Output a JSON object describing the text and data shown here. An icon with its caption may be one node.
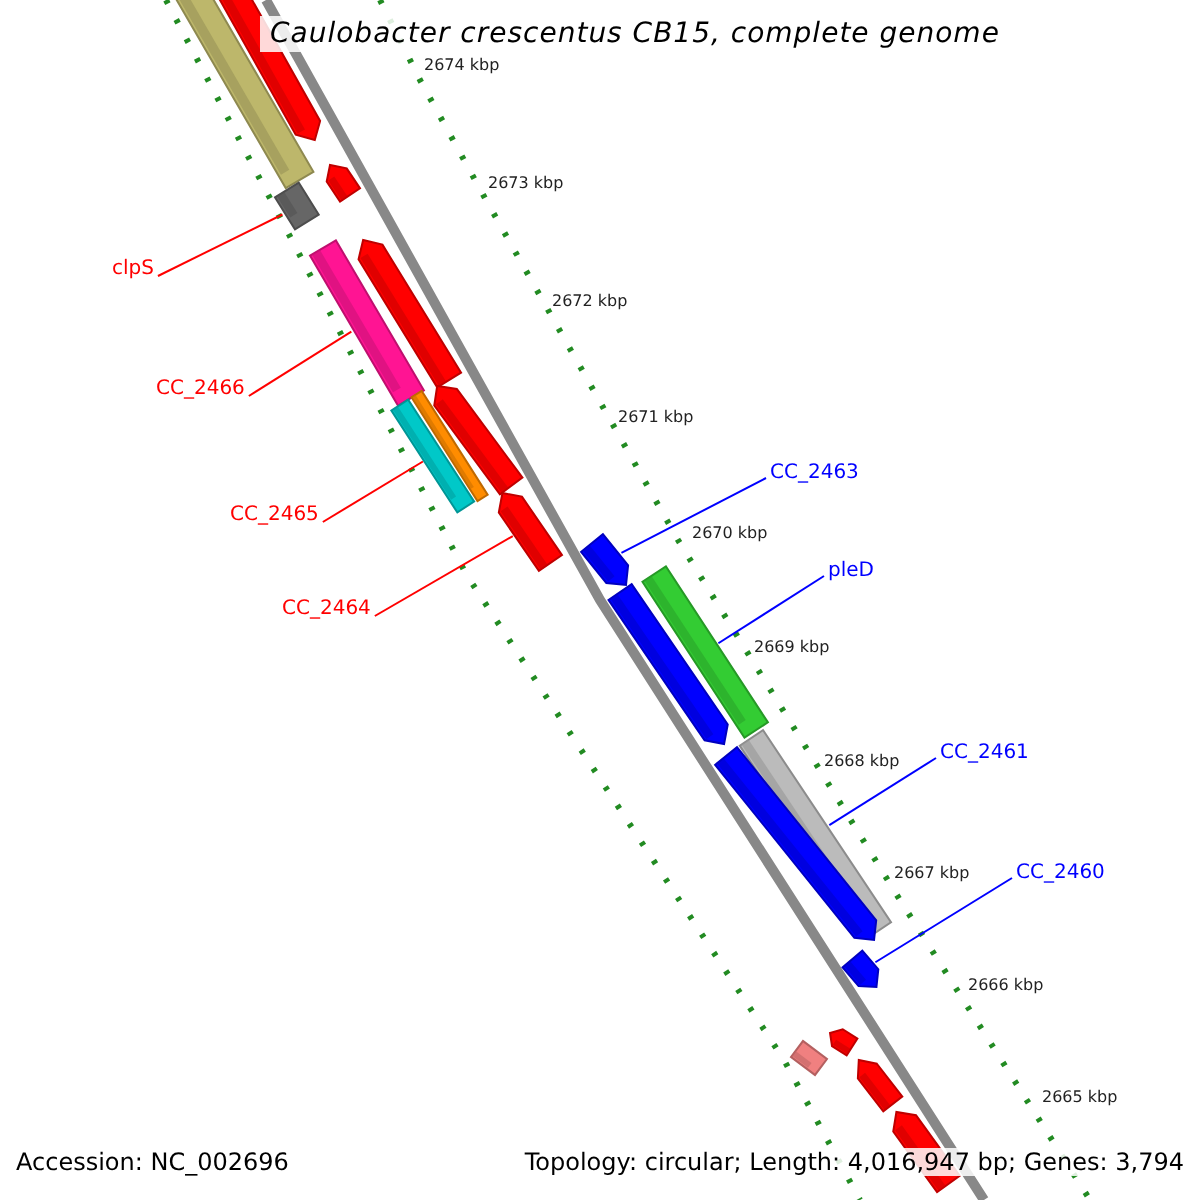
{
  "diagram": {
    "title": "Caulobacter crescentus CB15, complete genome",
    "nodes": [
      {
        "text": [],
        "shape": "bar"
      },
      {
        "text": [],
        "shape": "arrow"
      },
      {
        "text": [],
        "shape": "bar"
      },
      {
        "text": [],
        "shape": "arrow"
      },
      {
        "text": [
          "clpS"
        ]
      },
      {
        "text": [],
        "shape": "bar"
      },
      {
        "text": [],
        "shape": "arrow"
      },
      {
        "text": [
          "CC_2466"
        ]
      },
      {
        "text": [],
        "shape": "bar"
      },
      {
        "text": [],
        "shape": "bar"
      },
      {
        "text": [],
        "shape": "arrow"
      },
      {
        "text": [
          "CC_2463"
        ]
      },
      {
        "text": [
          "CC_2465"
        ]
      },
      {
        "text": [],
        "shape": "arrow"
      },
      {
        "text": [],
        "shape": "arrow"
      },
      {
        "text": [],
        "shape": "bar"
      },
      {
        "text": [
          "pleD"
        ]
      },
      {
        "text": [
          "CC_2464"
        ]
      },
      {
        "text": [],
        "shape": "arrow"
      },
      {
        "text": [
          "CC_2461"
        ]
      },
      {
        "text": [],
        "shape": "bar"
      },
      {
        "text": [],
        "shape": "arrow"
      },
      {
        "text": [
          "CC_2460"
        ]
      },
      {
        "text": [],
        "shape": "arrow"
      },
      {
        "text": [],
        "shape": "arrow"
      },
      {
        "text": [],
        "shape": "bar"
      },
      {
        "text": [],
        "shape": "arrow"
      },
      {
        "text": [],
        "shape": "arrow"
      }
    ],
    "edges": [
      {
        "from": 4,
        "to": 2,
        "arrow": "none",
        "color": "#ff0000"
      },
      {
        "from": 7,
        "to": 5,
        "arrow": "none",
        "color": "#ff0000"
      },
      {
        "from": 12,
        "to": 9,
        "arrow": "none",
        "color": "#ff0000"
      },
      {
        "from": 17,
        "to": 13,
        "arrow": "none",
        "color": "#ff0000"
      },
      {
        "from": 11,
        "to": 14,
        "arrow": "none",
        "color": "#0000ff"
      },
      {
        "from": 16,
        "to": 15,
        "arrow": "none",
        "color": "#0000ff"
      },
      {
        "from": 19,
        "to": 20,
        "arrow": "none",
        "color": "#0000ff"
      },
      {
        "from": 22,
        "to": 23,
        "arrow": "none",
        "color": "#0000ff"
      }
    ],
    "labels": [
      "2674 kbp",
      "2673 kbp",
      "2672 kbp",
      "2671 kbp",
      "2670 kbp",
      "2669 kbp",
      "2668 kbp",
      "2667 kbp",
      "2666 kbp",
      "2665 kbp",
      "Accession: NC_002696",
      "Topology: circular; Length: 4,016,947 bp; Genes: 3,794"
    ]
  }
}
